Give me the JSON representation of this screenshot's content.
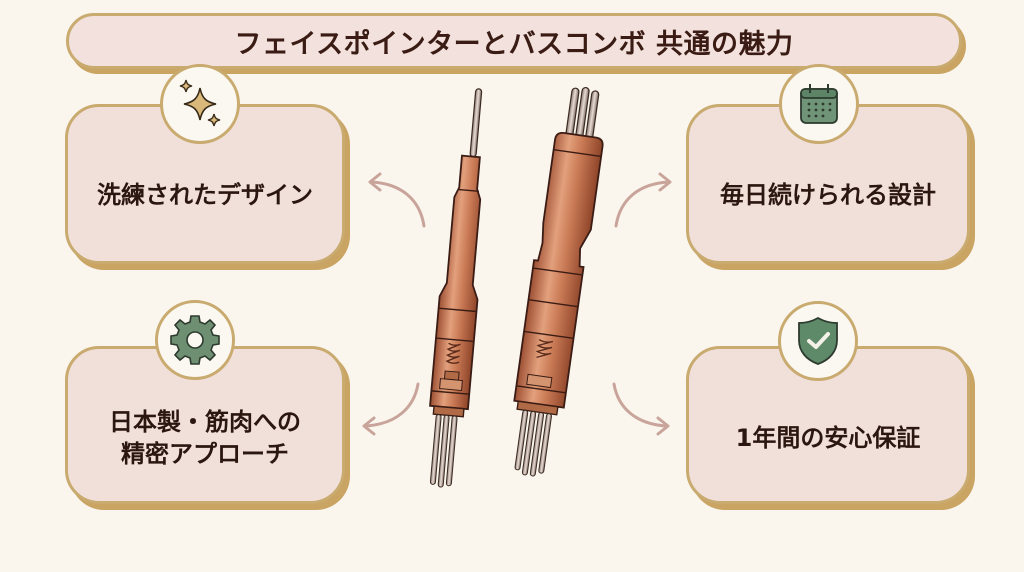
{
  "header": {
    "title": "フェイスポインターとバスコンボ 共通の魅力"
  },
  "features": [
    {
      "id": "design",
      "label": "洗練されたデザイン",
      "icon": "sparkles-icon",
      "icon_color": "#d8b97a",
      "position": "top-left"
    },
    {
      "id": "daily",
      "label": "毎日続けられる設計",
      "icon": "calendar-icon",
      "icon_color": "#6f9477",
      "position": "top-right"
    },
    {
      "id": "precision",
      "label": "日本製・筋肉への\n精密アプローチ",
      "icon": "gear-icon",
      "icon_color": "#6f8f72",
      "position": "bottom-left"
    },
    {
      "id": "warranty",
      "label": "1年間の安心保証",
      "icon": "shield-check-icon",
      "icon_color": "#5f8a6a",
      "position": "bottom-right"
    }
  ],
  "center_illustration": {
    "items": [
      "face-pointer-device",
      "bath-combo-device"
    ],
    "color": "#c97a55"
  },
  "colors": {
    "background": "#faf6ee",
    "card_fill": "#f1e0da",
    "border_gold": "#c9aa6f",
    "text_dark": "#2b1610",
    "arrow": "#c9a49a"
  }
}
